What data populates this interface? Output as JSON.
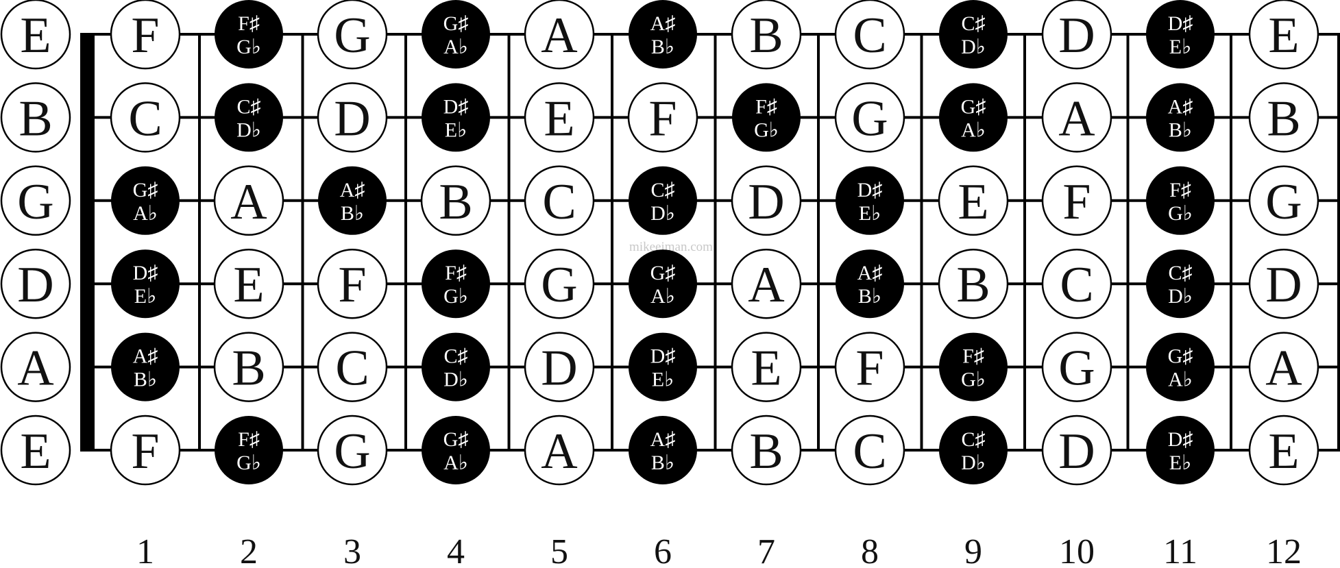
{
  "watermark": "mikeeiman.com",
  "colors": {
    "natural_fill": "#ffffff",
    "accidental_fill": "#000000",
    "line": "#000000",
    "accidental_text": "#ffffff"
  },
  "fret_numbers": [
    "1",
    "2",
    "3",
    "4",
    "5",
    "6",
    "7",
    "8",
    "9",
    "10",
    "11",
    "12"
  ],
  "strings": [
    {
      "open": "E",
      "frets": [
        "F",
        "F♯ G♭",
        "G",
        "G♯ A♭",
        "A",
        "A♯ B♭",
        "B",
        "C",
        "C♯ D♭",
        "D",
        "D♯ E♭",
        "E"
      ]
    },
    {
      "open": "B",
      "frets": [
        "C",
        "C♯ D♭",
        "D",
        "D♯ E♭",
        "E",
        "F",
        "F♯ G♭",
        "G",
        "G♯ A♭",
        "A",
        "A♯ B♭",
        "B"
      ]
    },
    {
      "open": "G",
      "frets": [
        "G♯ A♭",
        "A",
        "A♯ B♭",
        "B",
        "C",
        "C♯ D♭",
        "D",
        "D♯ E♭",
        "E",
        "F",
        "F♯ G♭",
        "G"
      ]
    },
    {
      "open": "D",
      "frets": [
        "D♯ E♭",
        "E",
        "F",
        "F♯ G♭",
        "G",
        "G♯ A♭",
        "A",
        "A♯ B♭",
        "B",
        "C",
        "C♯ D♭",
        "D"
      ]
    },
    {
      "open": "A",
      "frets": [
        "A♯ B♭",
        "B",
        "C",
        "C♯ D♭",
        "D",
        "D♯ E♭",
        "E",
        "F",
        "F♯ G♭",
        "G",
        "G♯ A♭",
        "A"
      ]
    },
    {
      "open": "E",
      "frets": [
        "F",
        "F♯ G♭",
        "G",
        "G♯ A♭",
        "A",
        "A♯ B♭",
        "B",
        "C",
        "C♯ D♭",
        "D",
        "D♯ E♭",
        "E"
      ]
    }
  ]
}
